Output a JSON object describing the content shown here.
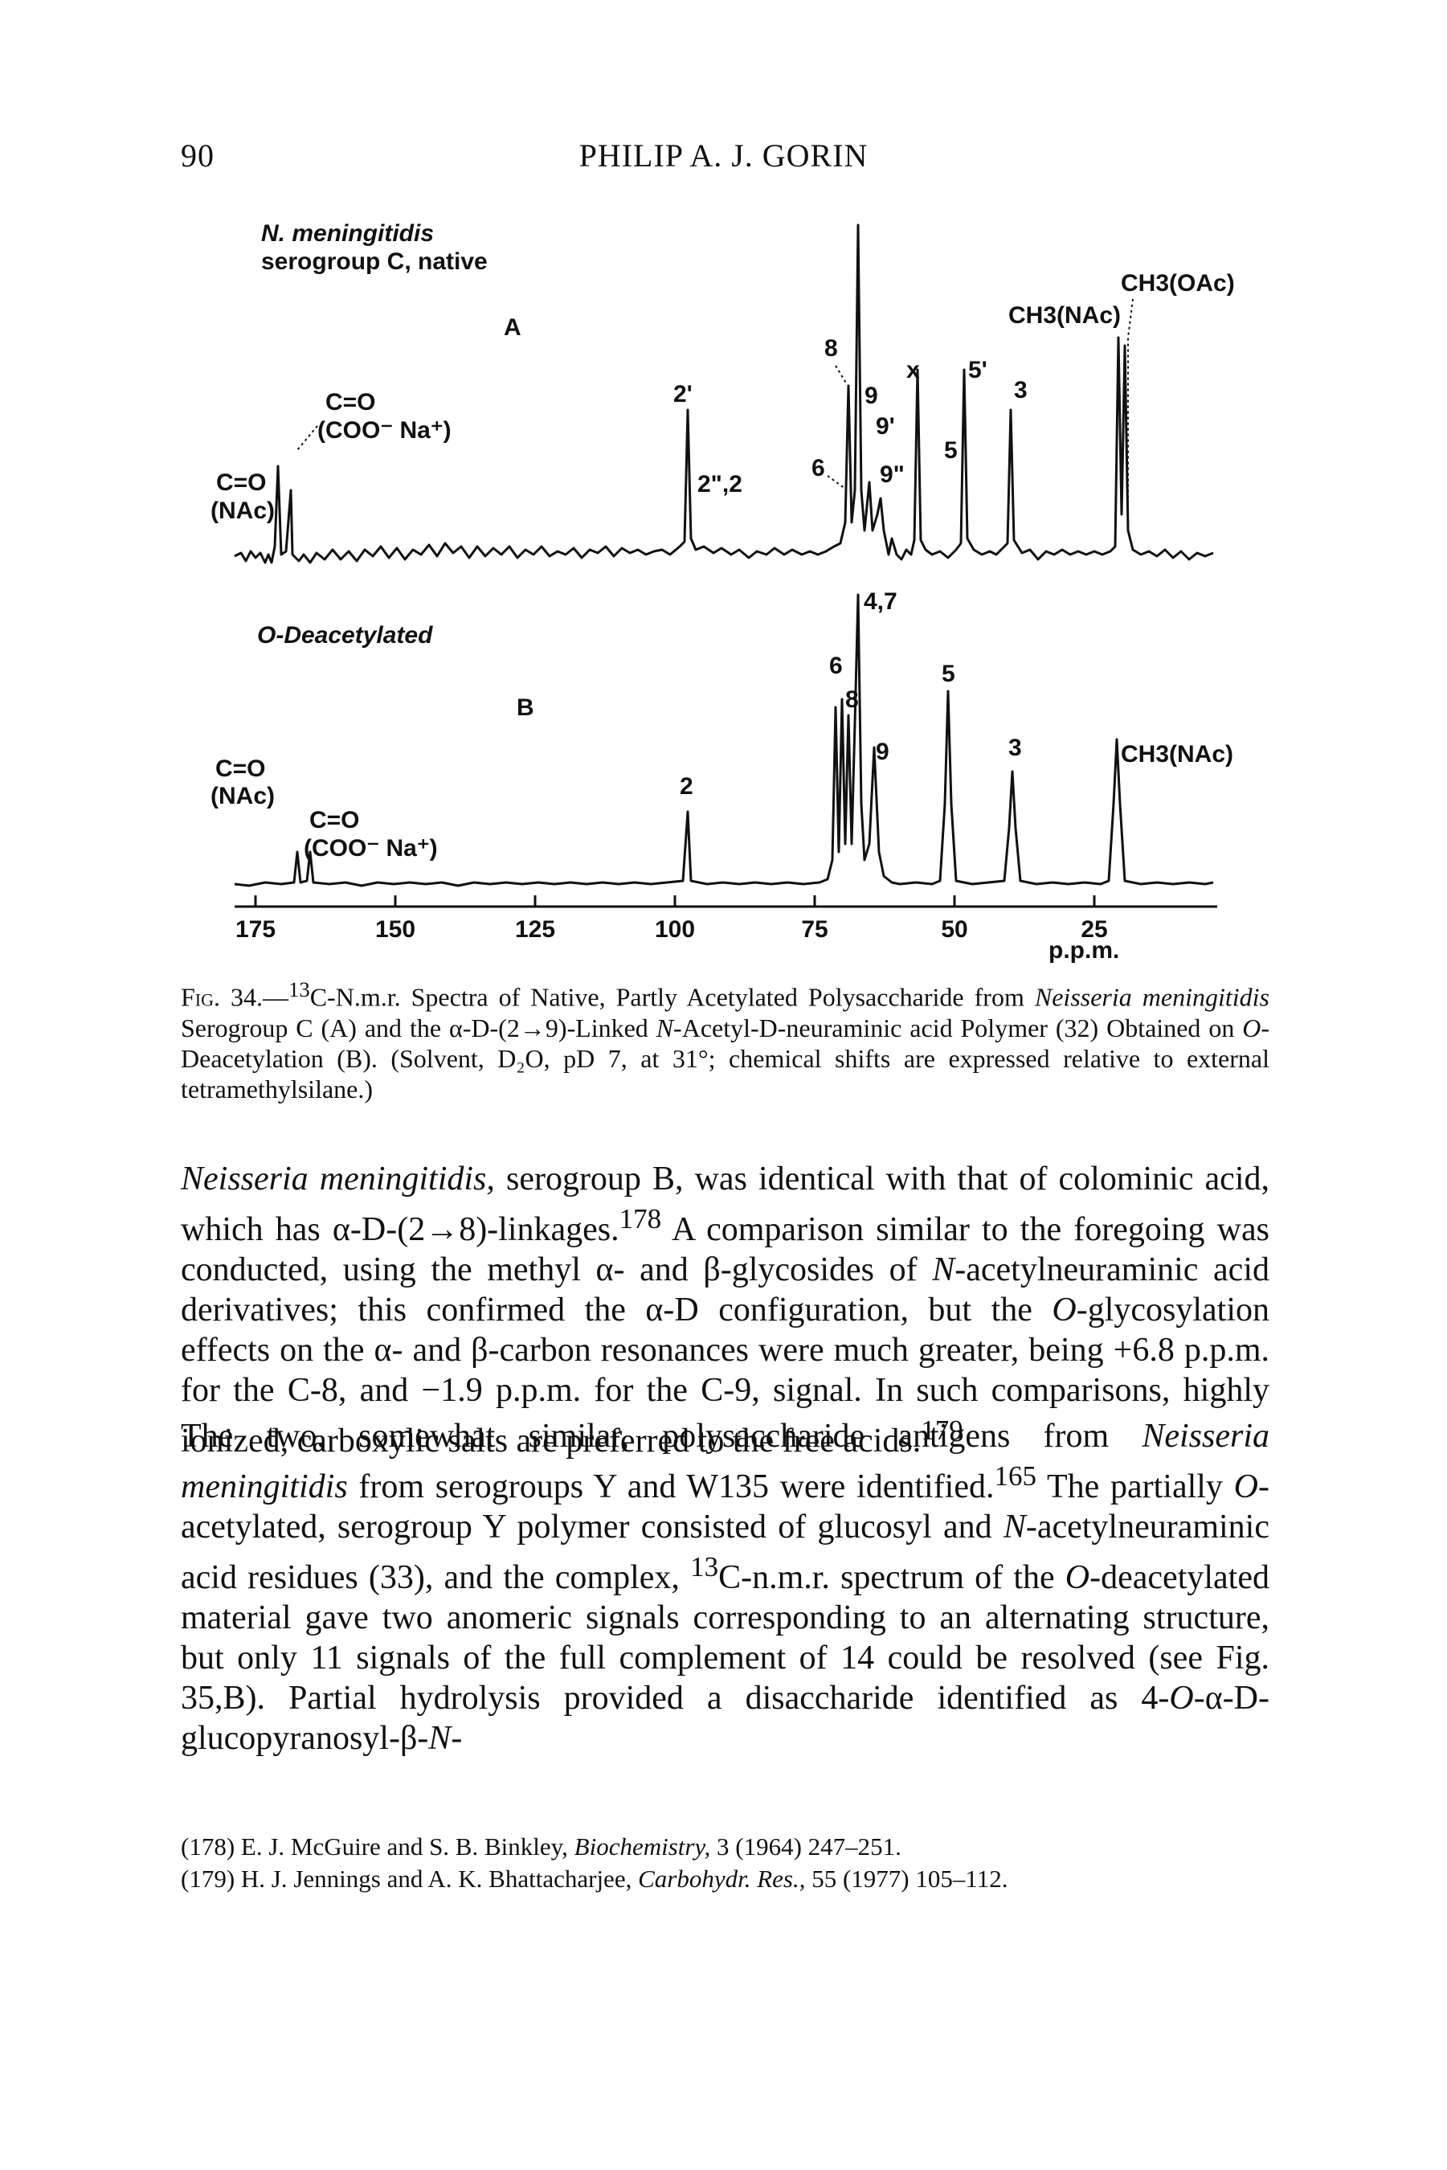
{
  "header": {
    "page_number": "90",
    "running_head": "PHILIP A. J. GORIN"
  },
  "figure": {
    "spectrum_a": {
      "title_line1": "N. meningitidis",
      "title_line2": "serogroup C, native",
      "panel_letter": "A",
      "labels": {
        "co_nac": "C=O",
        "nac": "(NAc)",
        "co_coo": "C=O",
        "coo_na": "(COO⁻ Na⁺)",
        "c2p": "2'",
        "c2pp": "2\",2",
        "c8": "8",
        "c6": "6",
        "c9": "9",
        "c9p": "9'",
        "c9pp": "9\"",
        "cx": "x",
        "c5p": "5'",
        "c5": "5",
        "c3": "3",
        "ch3_nac": "CH3(NAc)",
        "ch3_oac": "CH3(OAc)"
      }
    },
    "spectrum_b": {
      "title": "O-Deacetylated",
      "panel_letter": "B",
      "labels": {
        "co": "C=O",
        "nac": "(NAc)",
        "co2": "C=O",
        "coo_na": "(COO⁻ Na⁺)",
        "c2": "2",
        "c47": "4,7",
        "c6": "6",
        "c8": "8",
        "c9": "9",
        "c5": "5",
        "c3": "3",
        "ch3_nac": "CH3(NAc)"
      }
    },
    "axis": {
      "ticks": [
        "175",
        "150",
        "125",
        "100",
        "75",
        "50",
        "25"
      ],
      "unit": "p.p.m."
    }
  },
  "caption": {
    "label": "Fig. 34.",
    "dash": "—",
    "sup": "13",
    "t1": "C-N.m.r. Spectra of Native, Partly Acetylated Polysaccharide from ",
    "genus": "Neisseria meningitidis",
    "t2": " Serogroup C (A) and the α-D-(2→9)-Linked ",
    "n_prefix": "N",
    "t3": "-Acetyl-D-neuraminic acid Polymer (32) Obtained on ",
    "o_prefix": "O",
    "t4": "-Deacetylation (B). (Solvent, D₂O, pD 7, at 31°; chemical shifts are expressed relative to external tetramethylsilane.)"
  },
  "para1": {
    "genus": "Neisseria meningitidis,",
    "t1": " serogroup B, was identical with that of colominic acid, which has α-D-(2→8)-linkages.",
    "ref1": "178",
    "t2": " A comparison similar to the foregoing was conducted, using the methyl α- and β-glycosides of ",
    "n_prefix": "N",
    "t3": "-acetylneuraminic acid derivatives; this confirmed the α-D configuration, but the ",
    "o_prefix": "O",
    "t4": "-glycosylation effects on the α- and β-carbon resonances were much greater, being +6.8 p.p.m. for the C-8, and −1.9 p.p.m. for the C-9, signal. In such comparisons, highly ionized, carboxylic salts are preferred to the free acids.",
    "ref2": "179"
  },
  "para2": {
    "t1": "The two, somewhat similar, polysaccharide antigens from ",
    "genus": "Neisseria meningitidis",
    "t2": " from serogroups Y and W135 were identified.",
    "ref1": "165",
    "t3": " The partially ",
    "o_prefix": "O",
    "t4": "-acetylated, serogroup Y polymer consisted of glucosyl and ",
    "n_prefix": "N",
    "t5": "-acetylneuraminic acid residues (33), and the complex, ",
    "sup": "13",
    "t6": "C-n.m.r. spectrum of the ",
    "o_prefix2": "O",
    "t7": "-deacetylated material gave two anomeric signals corresponding to an alternating structure, but only 11 signals of the full complement of 14 could be resolved (see Fig. 35,B). Partial hydrolysis provided a disaccharide identified as 4-",
    "o_prefix3": "O",
    "t8": "-α-D-glucopyranosyl-β-",
    "n_prefix2": "N",
    "t9": "-"
  },
  "footnotes": [
    {
      "num": "(178)",
      "authors": " E. J. McGuire and S. B. Binkley, ",
      "journal": "Biochemistry,",
      "rest": " 3 (1964) 247–251."
    },
    {
      "num": "(179)",
      "authors": " H. J. Jennings and A. K. Bhattacharjee, ",
      "journal": "Carbohydr. Res.,",
      "rest": " 55 (1977) 105–112."
    }
  ]
}
